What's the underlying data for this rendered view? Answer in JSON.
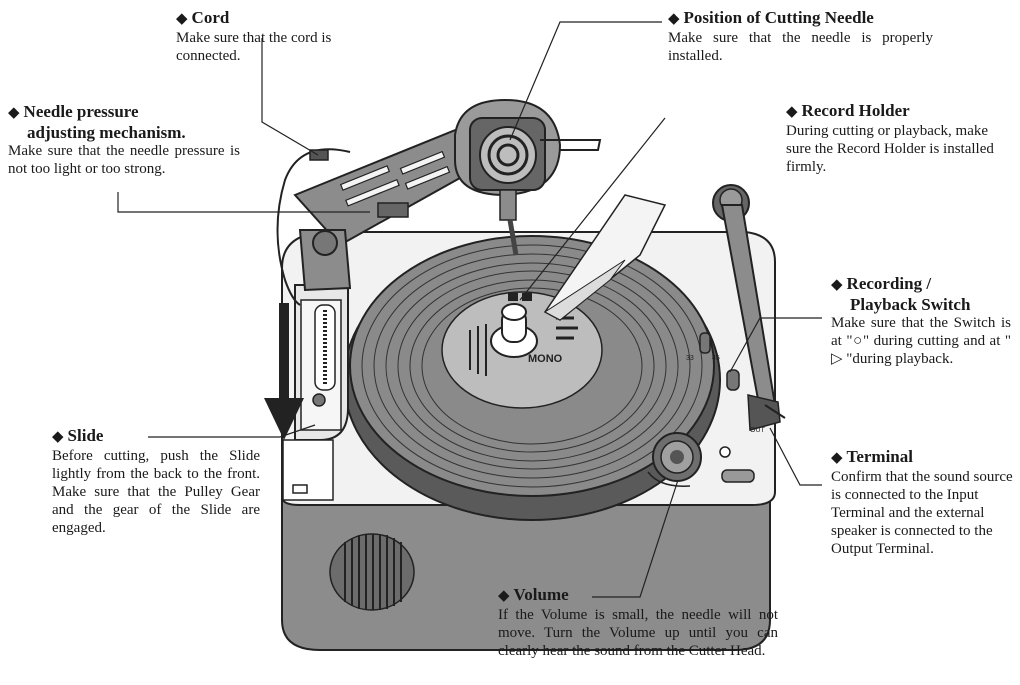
{
  "callouts": {
    "cord": {
      "title": "Cord",
      "body": "Make sure that the cord is connected."
    },
    "needle_position": {
      "title": "Position of Cutting Needle",
      "body": "Make sure that the needle is properly installed."
    },
    "needle_pressure": {
      "title_line1": "Needle pressure",
      "title_line2": "adjusting mechanism.",
      "body": "Make sure that the needle pressure is not too light or too strong."
    },
    "record_holder": {
      "title": "Record Holder",
      "body": "During cutting or playback, make sure the Record Holder is installed firmly."
    },
    "switch": {
      "title_line1": "Recording /",
      "title_line2": "Playback Switch",
      "body": "Make sure that the Switch is at \"○\" during cutting and at \" ▷ \"during playback."
    },
    "slide": {
      "title": "Slide",
      "body": "Before cutting, push the Slide lightly from the back to the front. Make sure that the Pulley Gear and the gear of the Slide are engaged."
    },
    "terminal": {
      "title": "Terminal",
      "body": "Confirm that the sound source is connected to the Input Terminal and the external speaker is connected to the Output Terminal."
    },
    "volume": {
      "title": "Volume",
      "body": "If the Volume is small, the needle will not move. Turn the Volume up until you can clearly hear the sound from the Cutter Head."
    }
  },
  "device_labels": {
    "label_mono": "MONO",
    "speed_33": "33",
    "speed_45": "45",
    "out": "OUT"
  },
  "colors": {
    "body_gray": "#8c8c8c",
    "platter_gray": "#7a7a7a",
    "dark": "#2a2a2a",
    "light": "#ececec"
  }
}
